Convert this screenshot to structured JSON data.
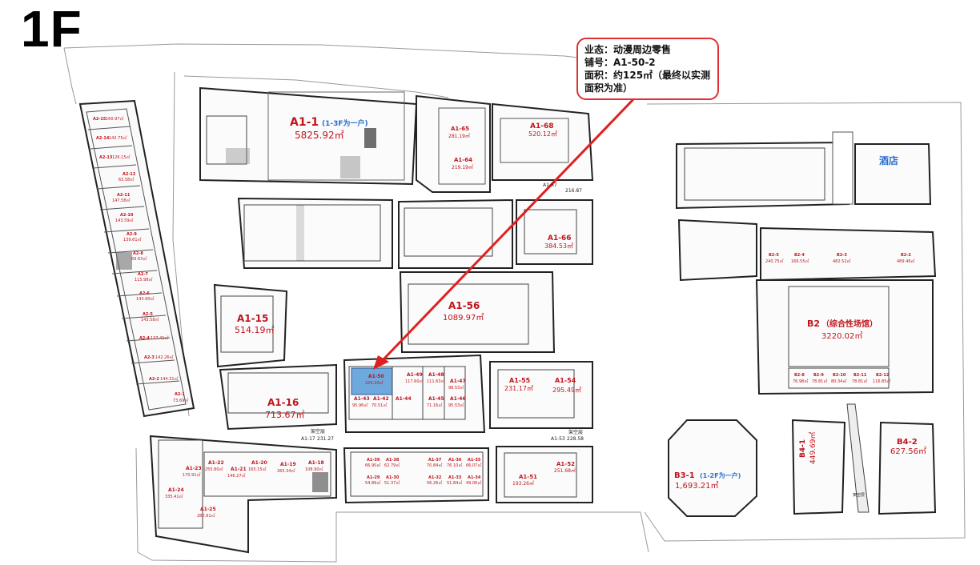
{
  "floor": "1F",
  "callout": {
    "line1": "业态：动漫周边零售",
    "line2": "铺号：A1-50-2",
    "line3": "面积：约125㎡（最终以实测面积为准）"
  },
  "colors": {
    "label_red": "#c0141c",
    "highlight_blue": "#6fa8dc",
    "arrow_red": "#e02020",
    "callout_border": "#e03030",
    "note_blue": "#2a6fcc"
  },
  "units": [
    {
      "id": "A1-1",
      "area": "5825.92㎡",
      "note": "(1-3F为一户)"
    },
    {
      "id": "A1-68",
      "area": "520.12㎡"
    },
    {
      "id": "A1-65",
      "area": "281.19㎡"
    },
    {
      "id": "A1-64",
      "area": "219.19㎡"
    },
    {
      "id": "A1-67",
      "area": "216.87"
    },
    {
      "id": "A1-66",
      "area": "384.53㎡"
    },
    {
      "id": "A1-56",
      "area": "1089.97㎡"
    },
    {
      "id": "A1-15",
      "area": "514.19㎡"
    },
    {
      "id": "A1-16",
      "area": "713.67㎡"
    },
    {
      "id": "A1-17",
      "area": "231.27"
    },
    {
      "id": "A1-50",
      "area": "224.10㎡"
    },
    {
      "id": "A1-49",
      "area": "117.60㎡"
    },
    {
      "id": "A1-48",
      "area": "111.63㎡"
    },
    {
      "id": "A1-47",
      "area": "98.53㎡"
    },
    {
      "id": "A1-46",
      "area": "95.53㎡"
    },
    {
      "id": "A1-45",
      "area": "71.16㎡"
    },
    {
      "id": "A1-44",
      "area": ""
    },
    {
      "id": "A1-43",
      "area": "95.96㎡"
    },
    {
      "id": "A1-42",
      "area": "70.51㎡"
    },
    {
      "id": "A1-55",
      "area": "231.17㎡"
    },
    {
      "id": "A1-54",
      "area": "295.49㎡"
    },
    {
      "id": "A1-53",
      "area": "228.58"
    },
    {
      "id": "A1-51",
      "area": "193.26㎡"
    },
    {
      "id": "A1-52",
      "area": "251.68㎡"
    },
    {
      "id": "A1-29",
      "area": "54.89㎡"
    },
    {
      "id": "A1-30",
      "area": "51.37㎡"
    },
    {
      "id": "A1-32",
      "area": "56.26㎡"
    },
    {
      "id": "A1-33",
      "area": "51.84㎡"
    },
    {
      "id": "A1-34",
      "area": "49.06㎡"
    },
    {
      "id": "A1-35",
      "area": "66.07㎡"
    },
    {
      "id": "A1-36",
      "area": "76.10㎡"
    },
    {
      "id": "A1-37",
      "area": "70.84㎡"
    },
    {
      "id": "A1-38",
      "area": "62.79㎡"
    },
    {
      "id": "A1-39",
      "area": "66.90㎡"
    },
    {
      "id": "A1-18",
      "area": "108.90㎡"
    },
    {
      "id": "A1-19",
      "area": "265.34㎡"
    },
    {
      "id": "A1-20",
      "area": "165.15㎡"
    },
    {
      "id": "A1-21",
      "area": "146.27㎡"
    },
    {
      "id": "A1-22",
      "area": "255.80㎡"
    },
    {
      "id": "A1-23",
      "area": "170.91㎡"
    },
    {
      "id": "A1-24",
      "area": "335.41㎡"
    },
    {
      "id": "A1-25",
      "area": "280.91㎡"
    },
    {
      "id": "A2-1",
      "area": "73.69㎡"
    },
    {
      "id": "A2-2",
      "area": "144.31㎡"
    },
    {
      "id": "A2-3",
      "area": "142.26㎡"
    },
    {
      "id": "A2-4",
      "area": "137.41㎡"
    },
    {
      "id": "A2-5",
      "area": "143.58㎡"
    },
    {
      "id": "A2-6",
      "area": "143.90㎡"
    },
    {
      "id": "A2-7",
      "area": "115.98㎡"
    },
    {
      "id": "A2-8",
      "area": "69.63㎡"
    },
    {
      "id": "A2-9",
      "area": "139.61㎡"
    },
    {
      "id": "A2-10",
      "area": "143.59㎡"
    },
    {
      "id": "A2-11",
      "area": "147.58㎡"
    },
    {
      "id": "A2-12",
      "area": "63.58㎡"
    },
    {
      "id": "A2-13",
      "area": "126.15㎡"
    },
    {
      "id": "A2-14",
      "area": "142.75㎡"
    },
    {
      "id": "A2-15",
      "area": "160.97㎡"
    },
    {
      "id": "B2",
      "area": "3220.02㎡",
      "note": "（综合性场馆）"
    },
    {
      "id": "B2-8",
      "area": "76.98㎡"
    },
    {
      "id": "B2-9",
      "area": "78.81㎡"
    },
    {
      "id": "B2-10",
      "area": "80.34㎡"
    },
    {
      "id": "B2-11",
      "area": "78.81㎡"
    },
    {
      "id": "B2-12",
      "area": "116.85㎡"
    },
    {
      "id": "B2-2",
      "area": "489.46㎡"
    },
    {
      "id": "B2-3",
      "area": "482.52㎡"
    },
    {
      "id": "B2-4",
      "area": "166.55㎡"
    },
    {
      "id": "B2-5",
      "area": "240.75㎡"
    },
    {
      "id": "B3-1",
      "area": "1,693.21㎡",
      "note": "(1-2F为一户)"
    },
    {
      "id": "B4-1",
      "area": "449.69㎡"
    },
    {
      "id": "B4-2",
      "area": "627.56㎡"
    }
  ],
  "labels": {
    "hotel": "酒店",
    "kongdi_a": "架空层",
    "kongdi_b": "架空层",
    "kongdi_c": "架空层"
  }
}
